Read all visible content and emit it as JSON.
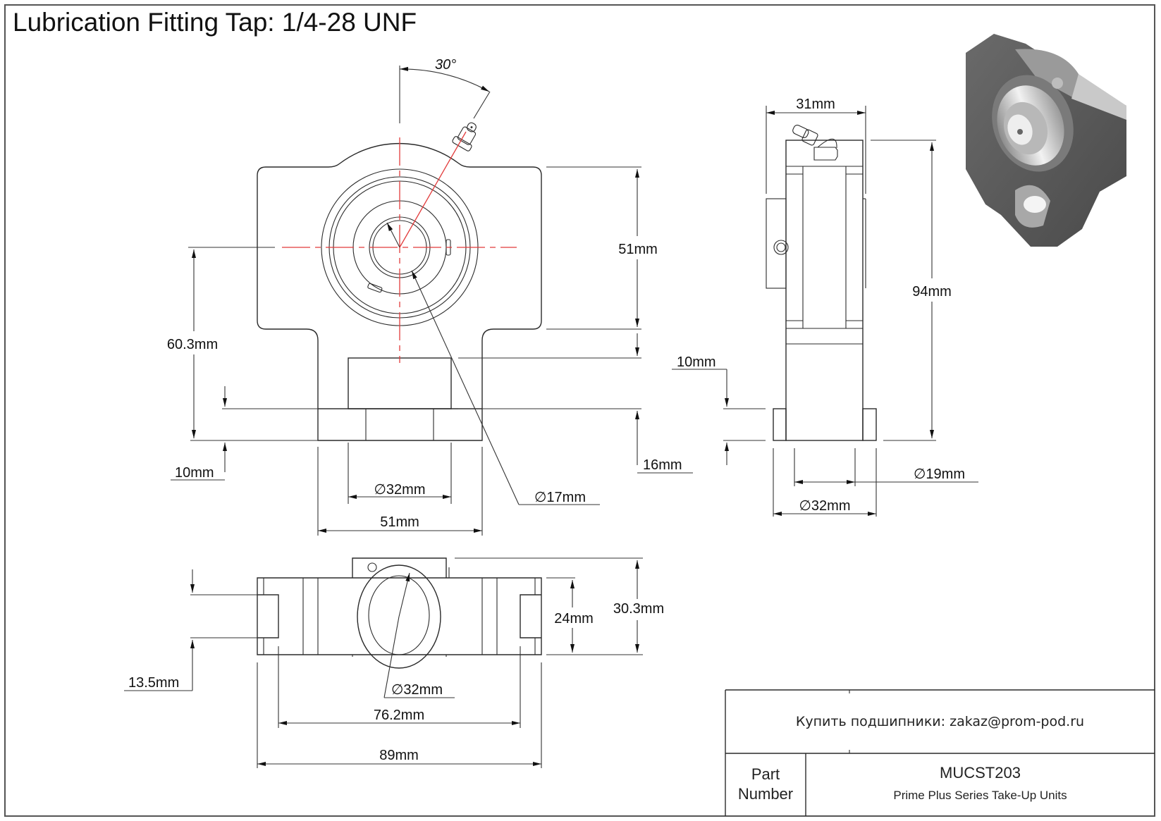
{
  "drawing": {
    "title": "Lubrication Fitting Tap: 1/4-28 UNF",
    "colors": {
      "line": "#2a2a2a",
      "centerline": "#e23b3b",
      "frame": "#555555",
      "render_body": "#5a5a5a",
      "render_highlight": "#d8d8d8"
    }
  },
  "front_view": {
    "dimensions": {
      "angle": "30°",
      "body_height": "51mm",
      "center_height": "60.3mm",
      "base_thickness_left": "10mm",
      "slot_height": "16mm",
      "bore_dia": "∅17mm",
      "boss_dia": "∅32mm",
      "base_width": "51mm"
    }
  },
  "side_view": {
    "dimensions": {
      "width": "31mm",
      "overall_height": "94mm",
      "flange_thickness": "10mm",
      "inner_dia": "∅19mm",
      "outer_dia": "∅32mm"
    }
  },
  "top_view": {
    "dimensions": {
      "slot_width": "13.5mm",
      "outer_dia": "∅32mm",
      "inner_depth": "24mm",
      "overall_depth": "30.3mm",
      "slot_span": "76.2mm",
      "overall_length": "89mm"
    }
  },
  "title_block": {
    "contact": "Купить подшипники: zakaz@prom-pod.ru",
    "part_label_line1": "Part",
    "part_label_line2": "Number",
    "part_number": "MUCST203",
    "series": "Prime Plus Series Take-Up Units"
  }
}
